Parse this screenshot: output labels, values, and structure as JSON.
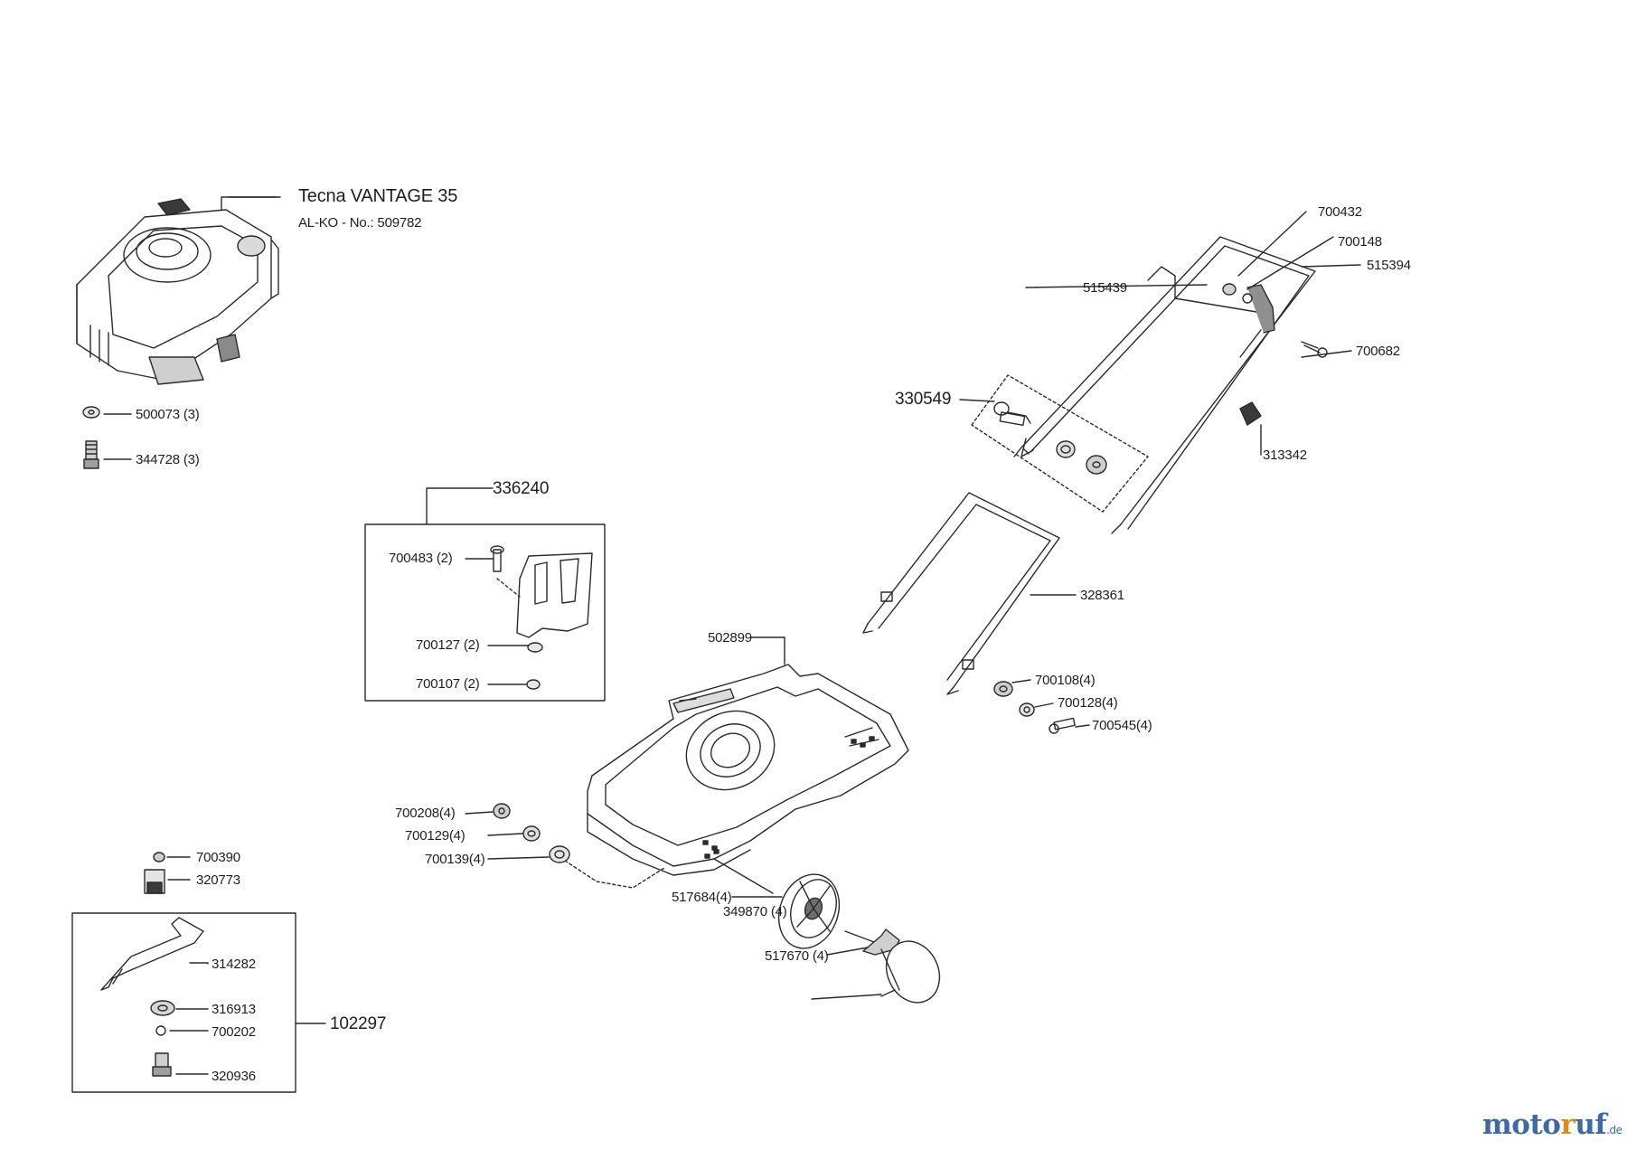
{
  "engine": {
    "title": "Tecna VANTAGE 35",
    "subtitle": "AL-KO - No.: 509782"
  },
  "parts": {
    "p500073": "500073 (3)",
    "p344728": "344728 (3)",
    "p336240": "336240",
    "p700483": "700483 (2)",
    "p700127": "700127 (2)",
    "p700107": "700107 (2)",
    "p330549": "330549",
    "p515439": "515439",
    "p700432": "700432",
    "p700148": "700148",
    "p515394": "515394",
    "p700682": "700682",
    "p313342": "313342",
    "p328361": "328361",
    "p502899": "502899",
    "p700108": "700108(4)",
    "p700128": "700128(4)",
    "p700545": "700545(4)",
    "p700208": "700208(4)",
    "p700129": "700129(4)",
    "p700139": "700139(4)",
    "p517684": "517684(4)",
    "p349870": "349870 (4)",
    "p517670": "517670 (4)",
    "p700390": "700390",
    "p320773": "320773",
    "p314282": "314282",
    "p316913": "316913",
    "p700202": "700202",
    "p320936": "320936",
    "p102297": "102297"
  },
  "logo": {
    "m1": "moto",
    "m2": "r",
    "m3": "uf",
    "suffix": ".de"
  },
  "colors": {
    "line": "#2a2a2a",
    "logo_blue": "#3d6aa7",
    "logo_orange": "#e08a1c"
  }
}
